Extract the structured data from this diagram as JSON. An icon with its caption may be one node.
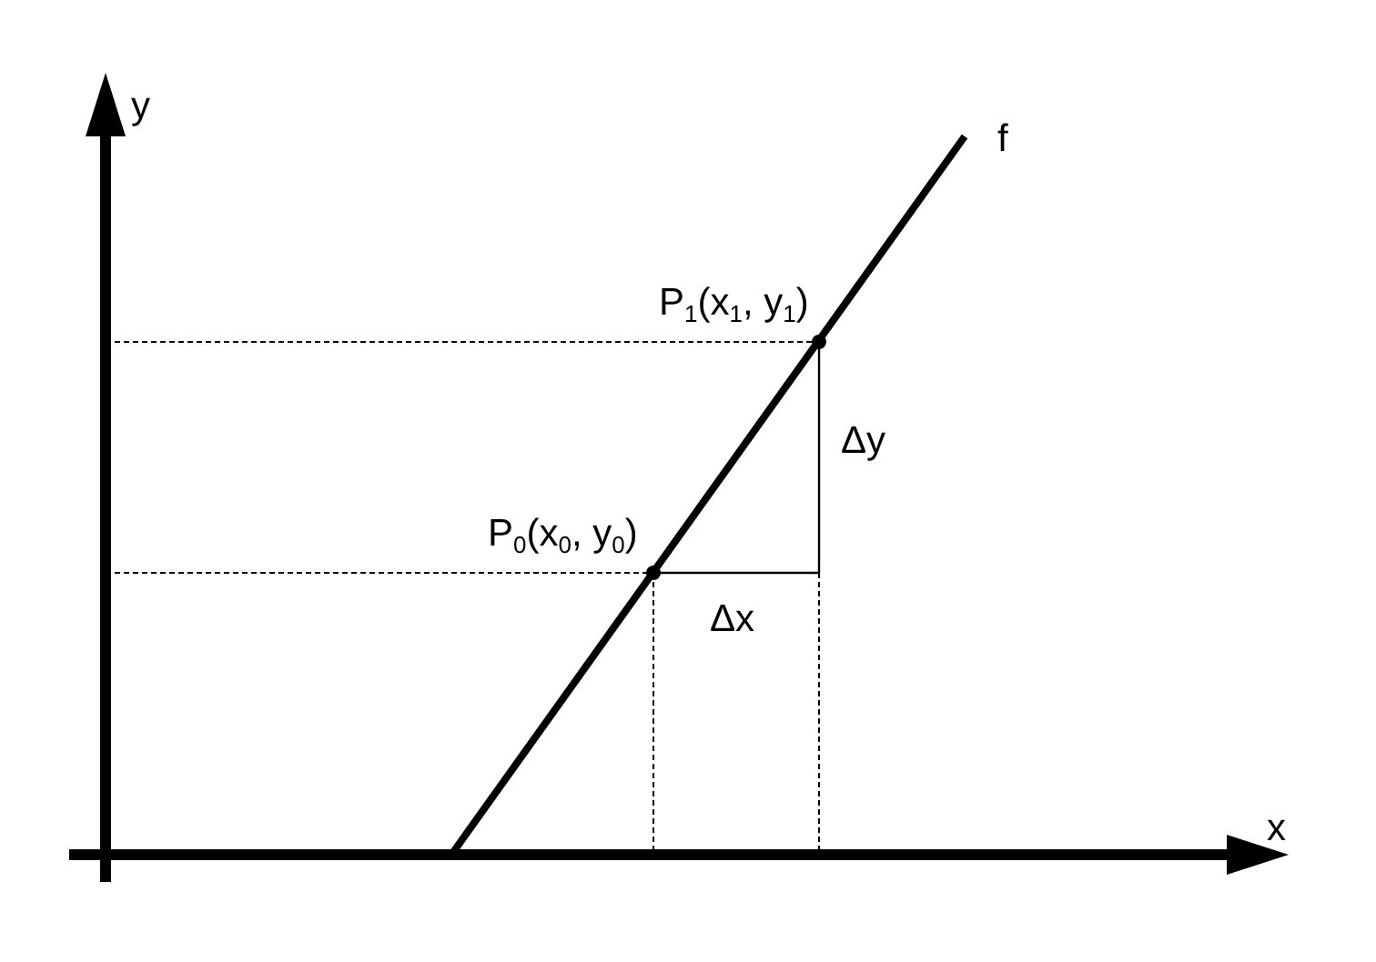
{
  "diagram": {
    "labels": [
      "y",
      "f",
      "P$_{1}$(x$_{1}$, y$_{1}$)",
      "Δy",
      "P$_{0}$(x$_{0}$, y$_{0}$)",
      "Δx",
      "x"
    ]
  }
}
